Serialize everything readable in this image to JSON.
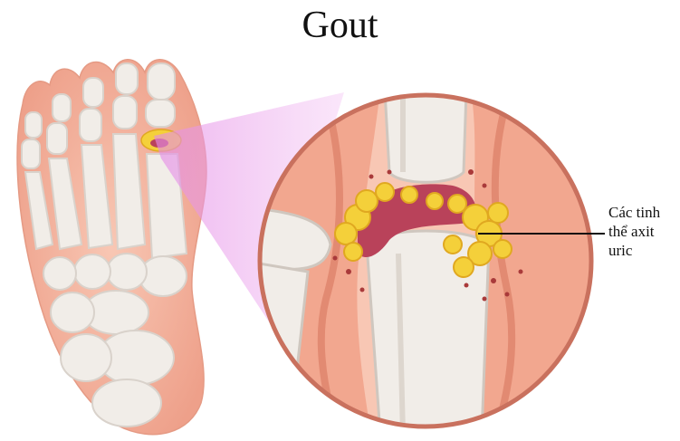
{
  "title": "Gout",
  "callout": {
    "lines": [
      "Các tinh",
      "thể axit",
      "uric"
    ]
  },
  "colors": {
    "skin": "#f2a78f",
    "skin_light": "#f8c7b4",
    "bone": "#f1ede8",
    "bone_shadow": "#d9d2cb",
    "zoom_magenta": "#e48ae6",
    "crystal": "#f4d03a",
    "inflamed": "#b9425a",
    "circle_border": "#c9715e"
  }
}
